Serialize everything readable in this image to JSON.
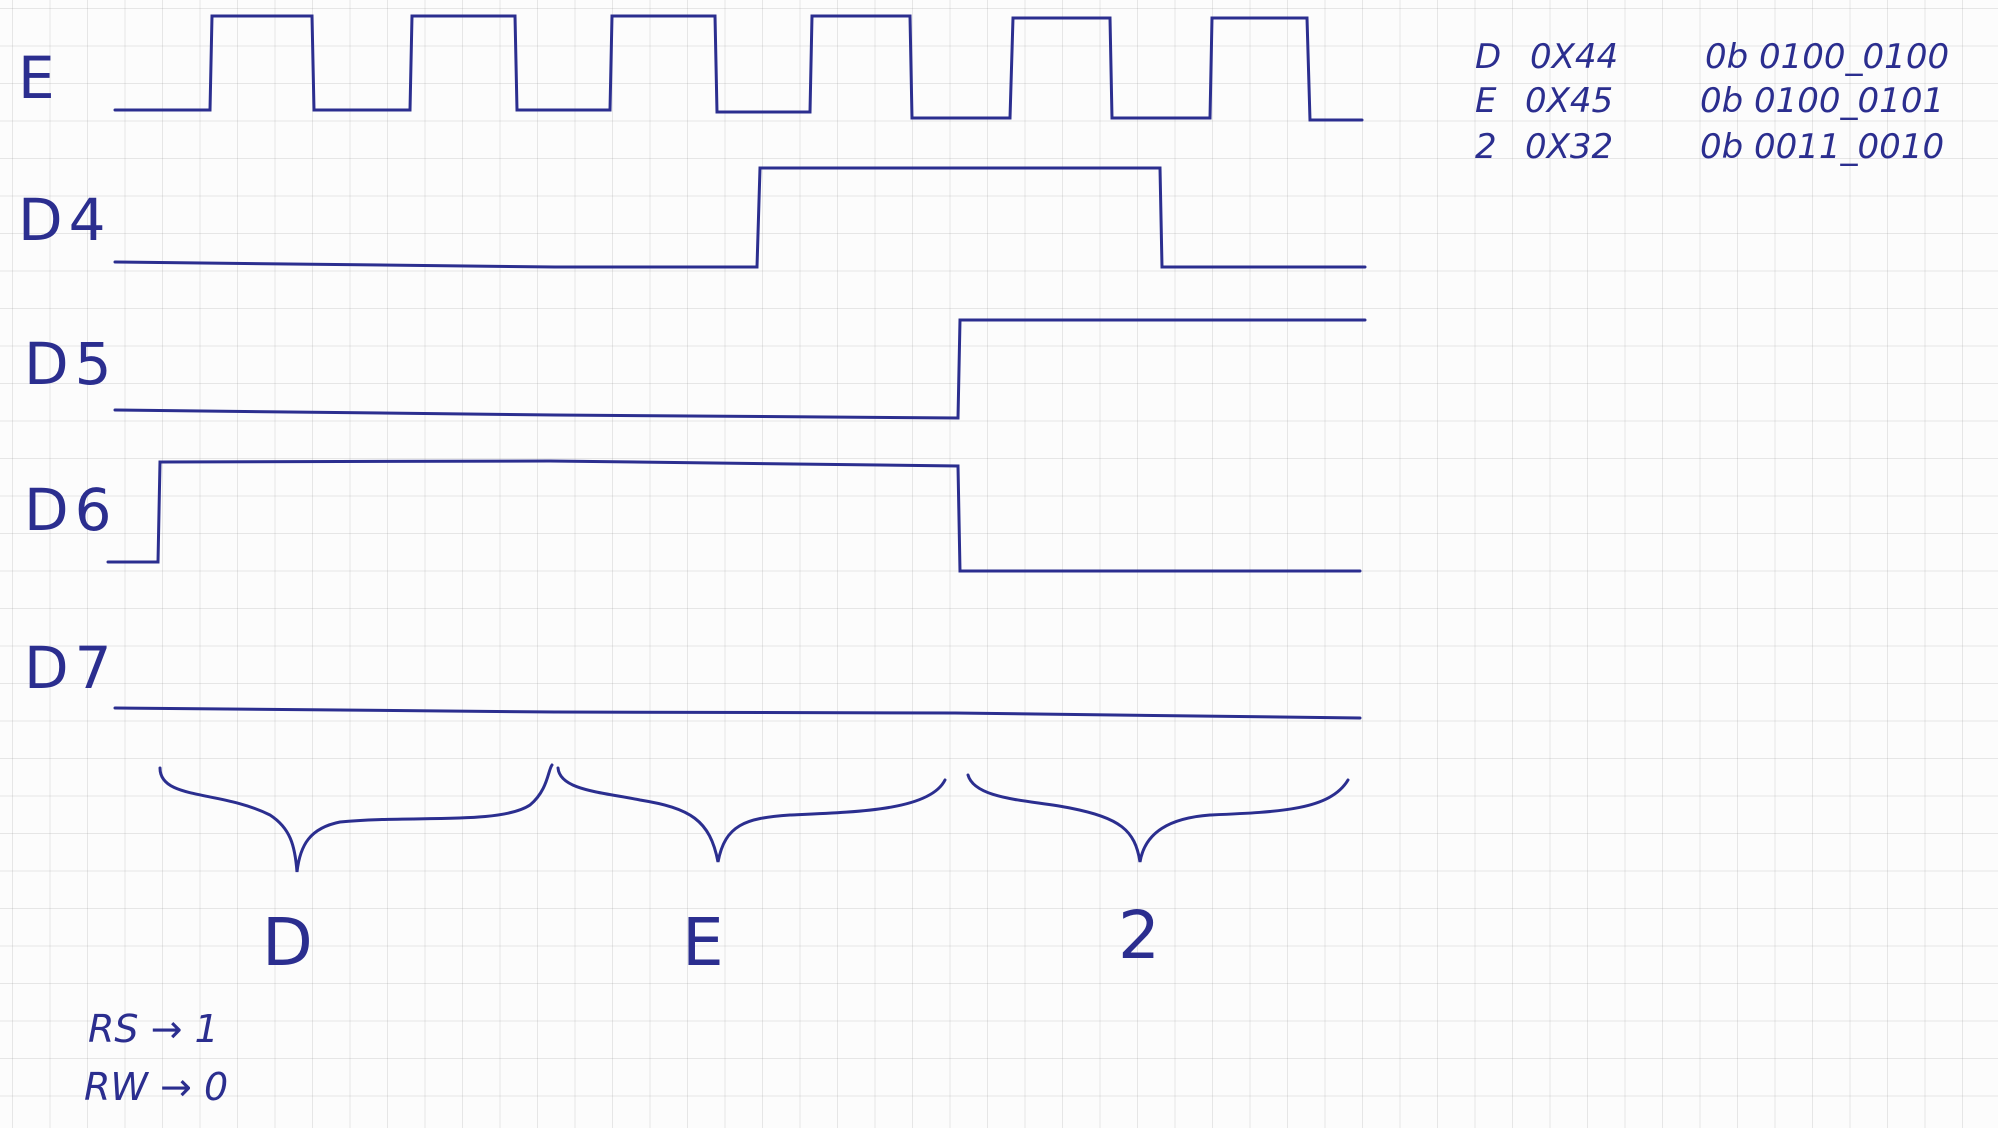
{
  "style": {
    "ink_color": "#2b2e8f",
    "paper_color": "#fcfcfc",
    "grid_color": "#c8c8c8"
  },
  "signals": [
    {
      "id": "E",
      "label": "E"
    },
    {
      "id": "D4",
      "label": "D4"
    },
    {
      "id": "D5",
      "label": "D5"
    },
    {
      "id": "D6",
      "label": "D6"
    },
    {
      "id": "D7",
      "label": "D7"
    }
  ],
  "char_groups": [
    {
      "id": "D",
      "label": "D"
    },
    {
      "id": "E",
      "label": "E"
    },
    {
      "id": "2",
      "label": "2"
    }
  ],
  "encoding_table": [
    {
      "char": "D",
      "hex": "0X44",
      "bin": "0b 0100_0100"
    },
    {
      "char": "E",
      "hex": "0X45",
      "bin": "0b 0100_0101"
    },
    {
      "char": "2",
      "hex": "0X32",
      "bin": "0b 0011_0010"
    }
  ],
  "control_notes": [
    {
      "text": "RS → 1"
    },
    {
      "text": "RW → 0"
    }
  ],
  "waveform_levels": {
    "E_pulses": 6,
    "D4": [
      0,
      1,
      0
    ],
    "D5": [
      0,
      0,
      1
    ],
    "D6": [
      1,
      1,
      0
    ],
    "D7": [
      0,
      0,
      0
    ]
  }
}
